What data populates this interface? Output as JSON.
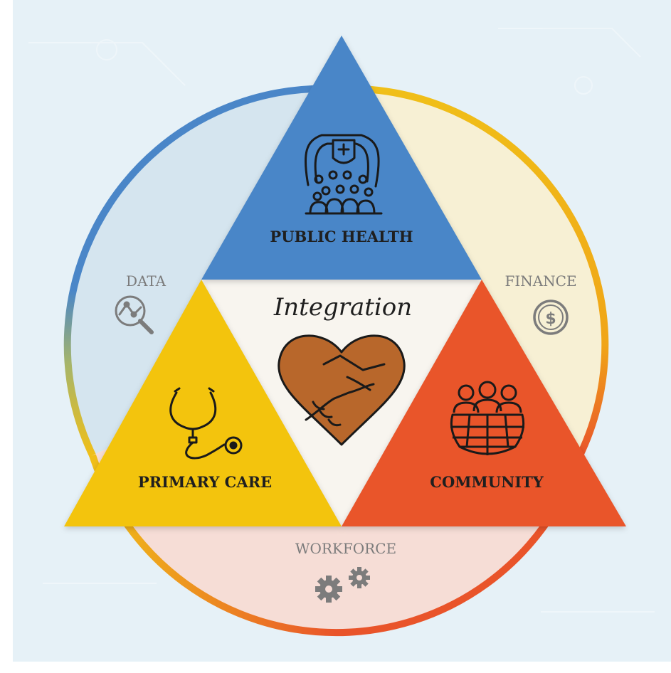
{
  "segments": {
    "public_health": {
      "label": "PUBLIC HEALTH",
      "icon": "hospital-people-icon",
      "color": "#4a86c8"
    },
    "primary_care": {
      "label": "PRIMARY CARE",
      "icon": "stethoscope-icon",
      "color": "#f3c40f"
    },
    "community": {
      "label": "COMMUNITY",
      "icon": "people-globe-icon",
      "color": "#e9542a"
    }
  },
  "center": {
    "label": "Integration",
    "icon": "handshake-heart-icon",
    "color": "#b8672b"
  },
  "ring_labels": {
    "data": {
      "label": "DATA",
      "icon": "data-search-icon"
    },
    "finance": {
      "label": "FINANCE",
      "icon": "dollar-coin-icon"
    },
    "workforce": {
      "label": "WORKFORCE",
      "icon": "gears-icon"
    }
  },
  "colors": {
    "background": "#e6f1f7",
    "ring_blue": "#4a86c8",
    "ring_yellow": "#f0bf18",
    "ring_orange": "#e9542a",
    "data_fill": "#d5e5ef",
    "finance_fill": "#f7f0d4",
    "workforce_fill": "#f6ddd6",
    "center_fill": "#f8f5ef",
    "ring_text": "#7c7c7c",
    "label_text": "#1f1f1f"
  }
}
